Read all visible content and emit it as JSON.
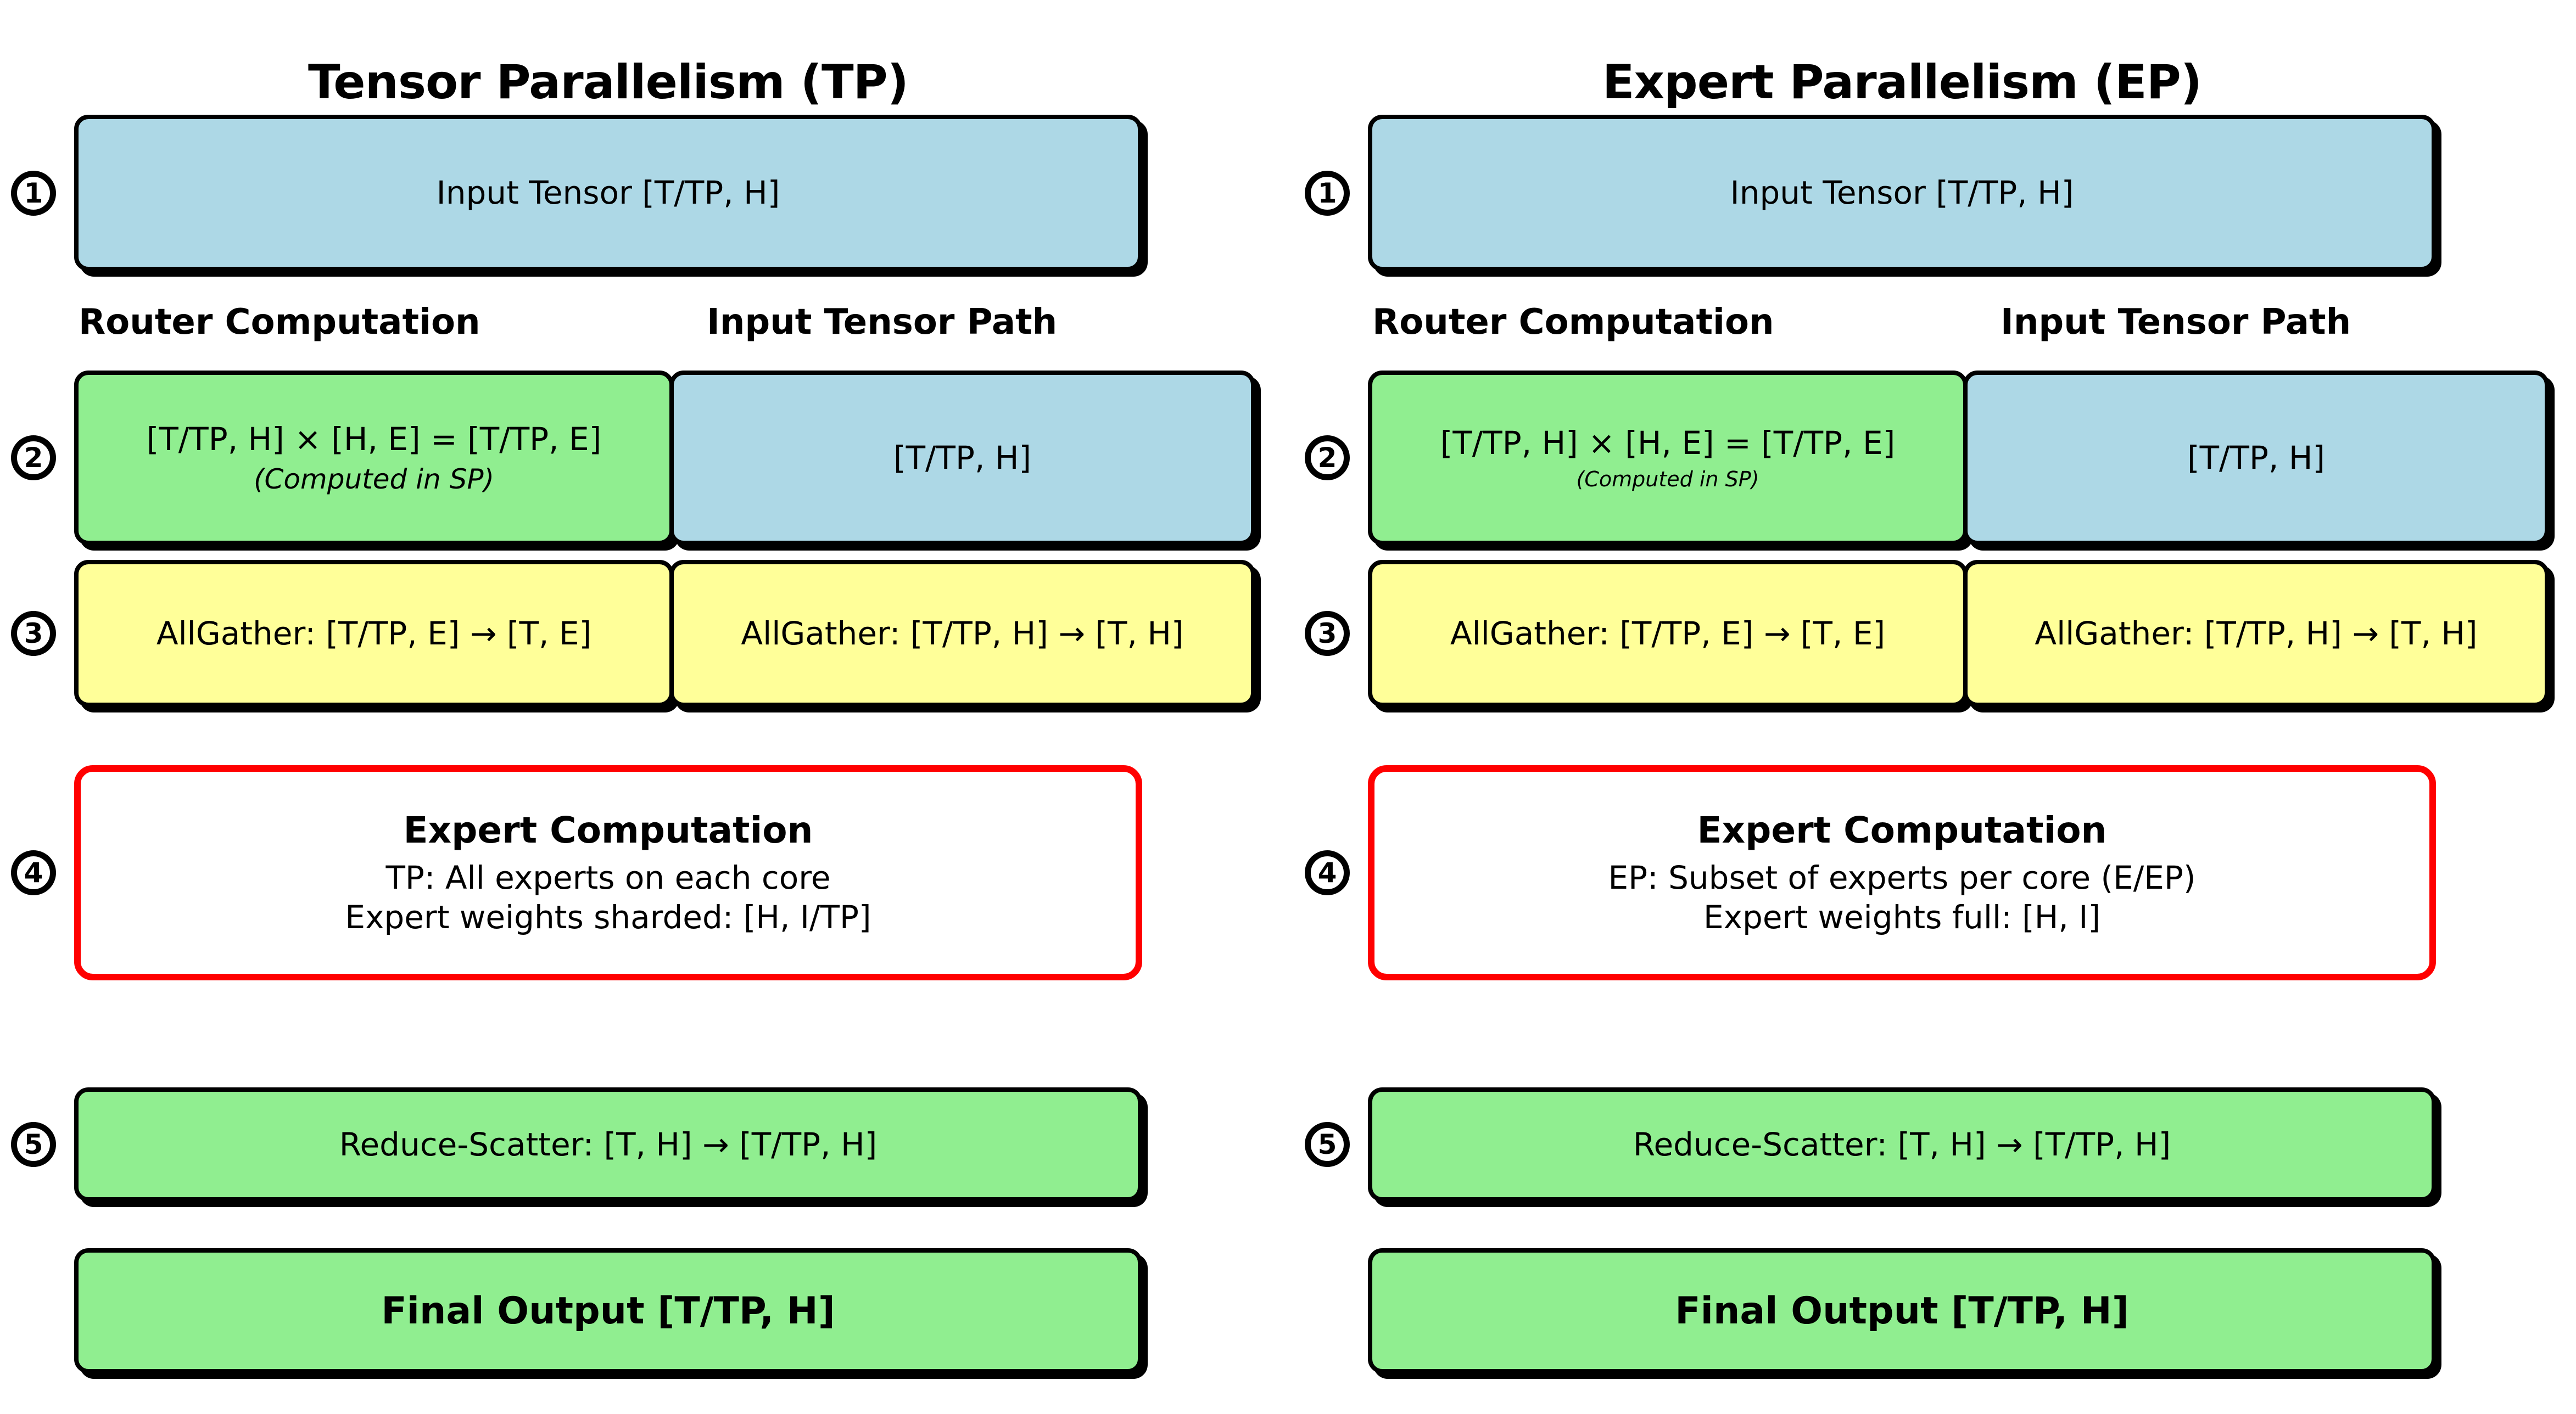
{
  "colors": {
    "input_tensor_blue": "#ADD8E6",
    "compute_green": "#90EE90",
    "allgather_yellow": "#FFFF99",
    "expert_border_red": "#FF0000",
    "outline_black": "#000000"
  },
  "steps": [
    "1",
    "2",
    "3",
    "4",
    "5"
  ],
  "columns": [
    {
      "title": "Tensor Parallelism (TP)",
      "input_tensor_label": "Input Tensor [T/TP, H]",
      "router_header": "Router Computation",
      "input_path_header": "Input Tensor Path",
      "router_computation": "[T/TP, H] × [H, E] = [T/TP, E]",
      "router_note": "(Computed in SP)",
      "input_path_value": "[T/TP, H]",
      "allgather_router": "AllGather: [T/TP, E] → [T, E]",
      "allgather_input": "AllGather: [T/TP, H] → [T, H]",
      "expert_computation_title": "Expert Computation",
      "expert_detail_1": "TP: All experts on each core",
      "expert_detail_2": "Expert weights sharded: [H, I/TP]",
      "reduce_scatter": "Reduce-Scatter: [T, H] → [T/TP, H]",
      "final_output": "Final Output [T/TP, H]"
    },
    {
      "title": "Expert Parallelism (EP)",
      "input_tensor_label": "Input Tensor [T/TP, H]",
      "router_header": "Router Computation",
      "input_path_header": "Input Tensor Path",
      "router_computation": "[T/TP, H] × [H, E] = [T/TP, E]",
      "router_note": "(Computed in SP)",
      "input_path_value": "[T/TP, H]",
      "allgather_router": "AllGather: [T/TP, E] → [T, E]",
      "allgather_input": "AllGather: [T/TP, H] → [T, H]",
      "expert_computation_title": "Expert Computation",
      "expert_detail_1": "EP: Subset of experts per core (E/EP)",
      "expert_detail_2": "Expert weights full: [H, I]",
      "reduce_scatter": "Reduce-Scatter: [T, H] → [T/TP, H]",
      "final_output": "Final Output [T/TP, H]"
    }
  ]
}
